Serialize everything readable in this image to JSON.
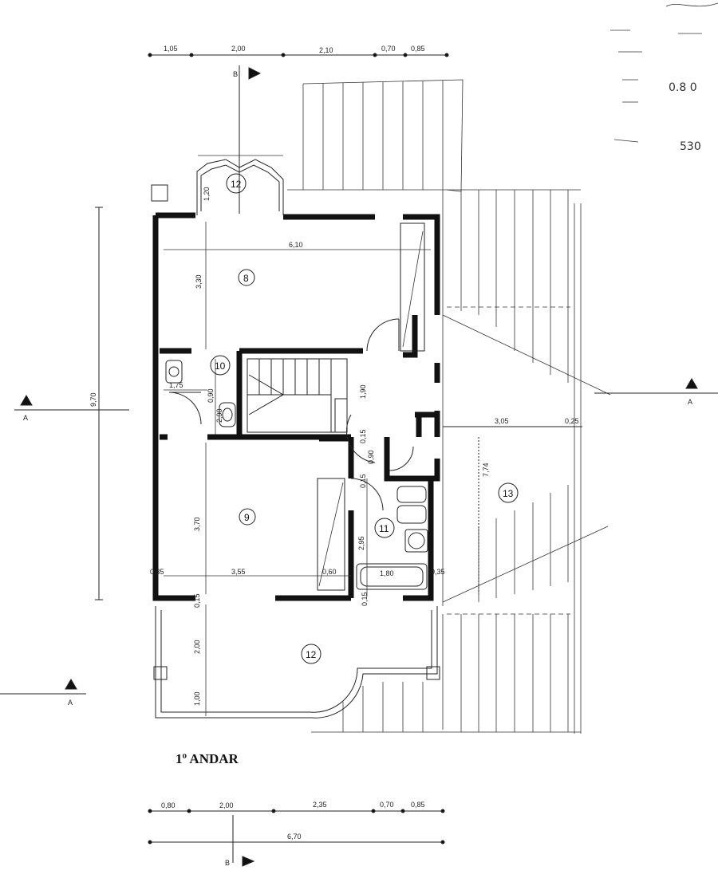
{
  "plan_title": "1º ANDAR",
  "top_dimensions": [
    "1,05",
    "2,00",
    "2,10",
    "0,70",
    "0,85"
  ],
  "bottom_dimensions": [
    "0,80",
    "2,00",
    "2,35",
    "0,70",
    "0,85"
  ],
  "bottom_total": "6,70",
  "left_total": "9,70",
  "section_labels": {
    "a": "A",
    "b": "B"
  },
  "rooms": {
    "r8": "8",
    "r9": "9",
    "r10": "10",
    "r11": "11",
    "r12_top": "12",
    "r12_bottom": "12",
    "r13": "13"
  },
  "inner_dims": {
    "d610": "6,10",
    "d330": "3,30",
    "d120": "1,20",
    "d175": "1,75",
    "d090a": "0,90",
    "d290": "2,90",
    "d190": "1,90",
    "d015a": "0,15",
    "d090b": "0,90",
    "d015b": "0,15",
    "d305": "3,05",
    "d025": "0,25",
    "d774": "7,74",
    "d370": "3,70",
    "d295": "2,95",
    "d035a": "0,35",
    "d355": "3,55",
    "d060": "0,60",
    "d180": "1,80",
    "d035b": "0,35",
    "d200": "2,00",
    "d100": "1,00",
    "d015c": "0,15",
    "d015d": "0,15"
  },
  "margin_notes": {
    "n1": "0.8 0",
    "n2": "530"
  }
}
